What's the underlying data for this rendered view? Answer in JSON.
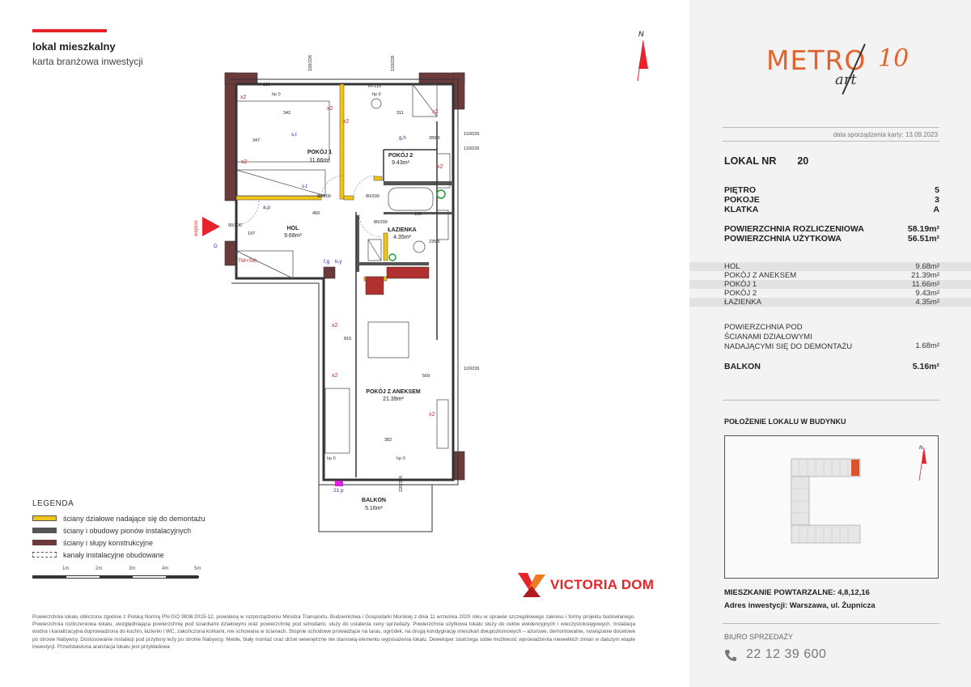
{
  "header": {
    "title": "lokal mieszkalny",
    "subtitle": "karta branżowa inwestycji"
  },
  "plan": {
    "rooms": [
      {
        "name": "POKÓJ 1",
        "area": "11.66m²"
      },
      {
        "name": "POKÓJ 2",
        "area": "9.43m²"
      },
      {
        "name": "HOL",
        "area": "9.68m²"
      },
      {
        "name": "ŁAZIENKA",
        "area": "4.35m²"
      },
      {
        "name": "POKÓJ Z ANEKSEM",
        "area": "21.39m²"
      },
      {
        "name": "BALKON",
        "area": "5.16m²"
      }
    ],
    "entrance_label": "wejście",
    "north_label": "N",
    "dims": [
      "342",
      "311",
      "347",
      "450",
      "190",
      "815",
      "569",
      "382",
      "289.5",
      "235.5",
      "197"
    ],
    "openings": [
      "80/200",
      "80/200",
      "80/200",
      "90/200",
      "110/226",
      "110/226",
      "110/226",
      "150/226",
      "110/226",
      "220/226"
    ],
    "markers": [
      "x2",
      "x2",
      "x2",
      "x2",
      "x2",
      "x2",
      "x2",
      "x2",
      "x2",
      "s,t",
      "s,t",
      "g,h",
      "a,p",
      "f,g",
      "b,y",
      "hp 0",
      "hp 0",
      "hp 0",
      "hp 0",
      "H=110",
      "H=110",
      "TM+SM",
      "D",
      "21 p"
    ]
  },
  "legend": {
    "title": "LEGENDA",
    "items": [
      {
        "label": "ściany działowe nadające się do demontażu",
        "color": "#f0c419"
      },
      {
        "label": "ściany i obudowy pionów instalacyjnych",
        "color": "#555555"
      },
      {
        "label": "ściany i słupy konstrukcyjne",
        "color": "#6b3a3a"
      },
      {
        "label": "kanały instalacyjne obudowane",
        "color": "#ffffff"
      }
    ]
  },
  "scale": {
    "labels": [
      "1m",
      "2m",
      "3m",
      "4m",
      "5m"
    ]
  },
  "developer": {
    "name": "VICTORIA DOM"
  },
  "footnote": "Powierzchnia lokalu obliczona zgodnie z Polską Normą PN-ISO 9836:2015-12, powołaną w rozporządzeniu Ministra Transportu, Budownictwa i Gospodarki Morskiej z dnia 11 września 2020 roku w sprawie szczegółowego zakresu i formy projektu budowlanego. Powierzchnia rozliczeniowa lokalu, uwzględniająca powierzchnię pod ściankami działowymi oraz powierzchnię pod schodami, służy do ustalenia ceny sprzedaży. Powierzchnia użytkowa lokalu służy do celów ewidencyjnych i wieczystoksięgowych. Instalacja wodna i kanalizacyjna doprowadzona do kuchni, łazienki i WC, zakończona korkami, nie schowana w ścianach. Stopnie schodowe prowadzące na taras, ogródek, na drugą kondygnację mieszkań dwupoziomowych – ażurowe, demontowalne, nowiązanie docelowe po stronie Nabywcy. Dostosowanie instalacji pod przybory leży po stronie Nabywcy. Meble, biały montaż oraz drzwi wewnętrzne nie stanowią elementu wyposażenia lokalu. Deweloper zastrzega sobie możliwość wprowadzenia niewielkich zmian w dalszym etapie inwestycji. Przedstawiona aranżacja lokalu jest przykładowa",
  "brand": {
    "metro": "METRO",
    "art": "art",
    "ten": "10"
  },
  "card": {
    "date": "data sporządzenia karty: 13.09.2023",
    "lokal_label": "LOKAL NR",
    "lokal_nr": "20",
    "pietro_label": "PIĘTRO",
    "pietro": "5",
    "pokoje_label": "POKOJE",
    "pokoje": "3",
    "klatka_label": "KLATKA",
    "klatka": "A",
    "pow_roz_label": "POWIERZCHNIA ROZLICZENIOWA",
    "pow_roz": "58.19m²",
    "pow_uz_label": "POWIERZCHNIA UŻYTKOWA",
    "pow_uz": "56.51m²",
    "rooms": [
      {
        "name": "HOL",
        "area": "9.68m²"
      },
      {
        "name": "POKÓJ Z ANEKSEM",
        "area": "21.39m²"
      },
      {
        "name": "POKÓJ 1",
        "area": "11.66m²"
      },
      {
        "name": "POKÓJ 2",
        "area": "9.43m²"
      },
      {
        "name": "ŁAZIENKA",
        "area": "4.35m²"
      }
    ],
    "pod_line1": "POWIERZCHNIA POD",
    "pod_line2": "ŚCIANAMI DZIAŁOWYMI",
    "pod_line3": "NADAJĄCYMI SIĘ DO DEMONTAŻU",
    "pod_value": "1.68m²",
    "balkon_label": "BALKON",
    "balkon": "5.16m²",
    "polozenie": "POŁOŻENIE LOKALU W BUDYNKU",
    "map_north": "N",
    "powtarzalne": "MIESZKANIE POWTARZALNE: 4,8,12,16",
    "adres": "Adres inwestycji: Warszawa, ul. Żupnicza",
    "biuro": "BIURO SPRZEDAŻY",
    "phone": "22 12 39 600"
  },
  "colors": {
    "accent": "#e8232a",
    "brand_orange": "#e2632d",
    "removable_wall": "#f0c419",
    "structural": "#6b3a3a",
    "installation": "#555555"
  }
}
